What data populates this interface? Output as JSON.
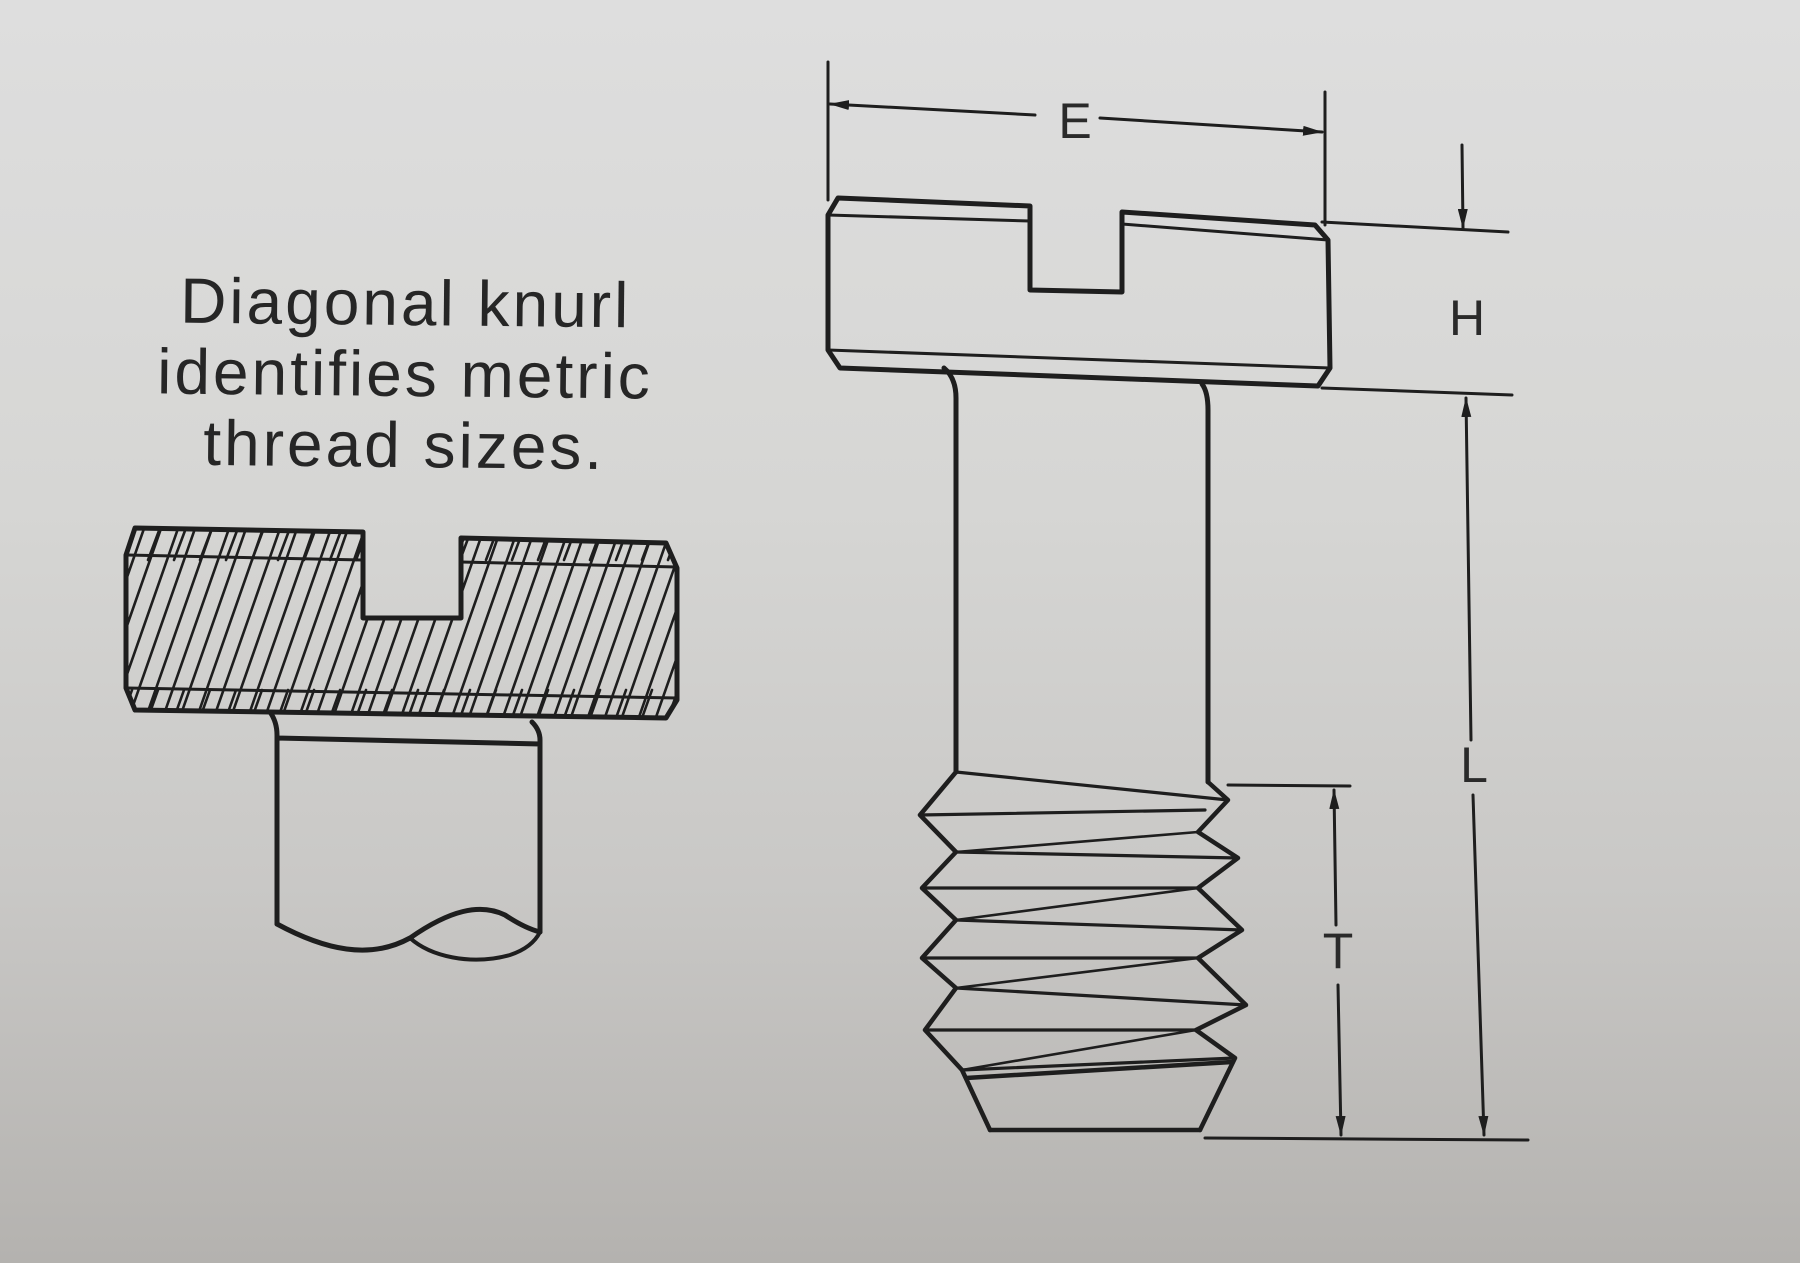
{
  "caption": {
    "lines": [
      "Diagonal knurl",
      "identifies metric",
      "thread sizes."
    ]
  },
  "dimensions": {
    "E": "E",
    "H": "H",
    "L": "L",
    "T": "T"
  },
  "colors": {
    "line": "#1e1e1e",
    "paper": "#d6d6d4"
  },
  "icons": [
    "knurled-screw-head",
    "slotted-captive-screw",
    "dimension-arrow"
  ]
}
